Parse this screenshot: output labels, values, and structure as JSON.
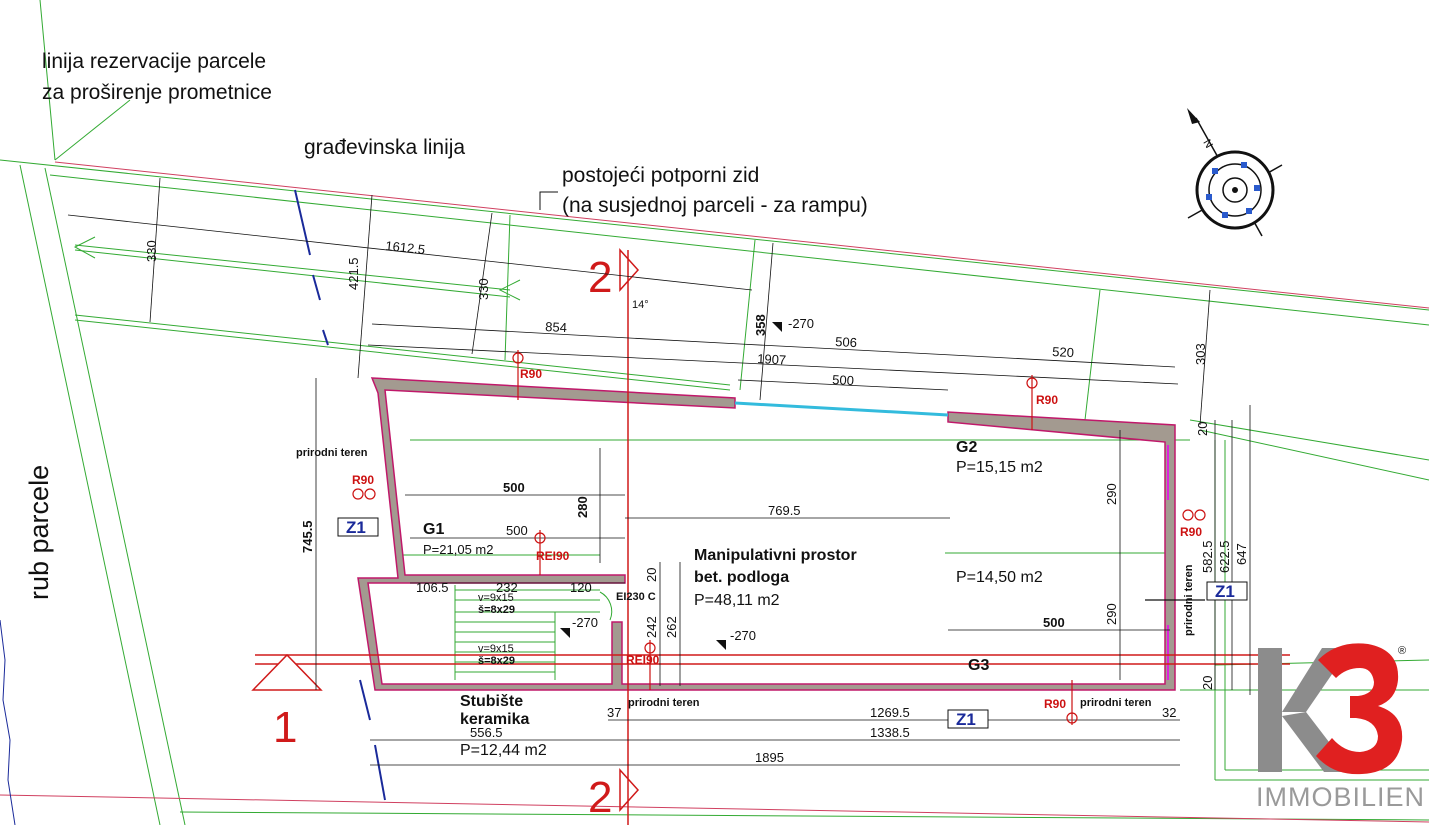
{
  "notes": {
    "reservation_line_1": "linija rezervacije parcele",
    "reservation_line_2": "za proširenje prometnice",
    "building_line": "građevinska linija",
    "retaining_wall_1": "postojeći potporni zid",
    "retaining_wall_2": "(na susjednoj parceli - za rampu)",
    "parcel_edge": "rub parcele",
    "natural_terrain": "prirodni teren",
    "angle": "14°"
  },
  "rooms": {
    "g1": {
      "label": "G1",
      "area": "P=21,05 m2"
    },
    "g2": {
      "label": "G2",
      "area": "P=15,15 m2"
    },
    "g3": {
      "label": "G3",
      "area": "P=14,50 m2"
    },
    "manip": {
      "label_1": "Manipulativni prostor",
      "label_2": "bet. podloga",
      "area": "P=48,11 m2"
    },
    "stair": {
      "label_1": "Stubište",
      "label_2": "keramika",
      "area": "P=12,44 m2"
    }
  },
  "stairs": {
    "spec_a_1": "v=9x15",
    "spec_a_2": "š=8x29",
    "spec_b_1": "v=9x15",
    "spec_b_2": "š=8x29"
  },
  "fire_ratings": {
    "r90": "R90",
    "rei90": "REI90",
    "ei230": "EI230 C"
  },
  "zones": {
    "z1": "Z1"
  },
  "levels": {
    "l270": "-270"
  },
  "sections": {
    "s1": "1",
    "s2": "2"
  },
  "dimensions": {
    "d330a": "330",
    "d1612": "1612.5",
    "d4215": "421.5",
    "d330b": "330",
    "d358": "358",
    "d854": "854",
    "d506": "506",
    "d1907": "1907",
    "d520": "520",
    "d303": "303",
    "d500a": "500",
    "d500b": "500",
    "d500c": "500",
    "d500d": "500",
    "d280": "280",
    "d7695": "769.5",
    "d290a": "290",
    "d290b": "290",
    "d7455": "745.5",
    "d1065": "106.5",
    "d232": "232",
    "d120": "120",
    "d20a": "20",
    "d242": "242",
    "d262": "262",
    "d37": "37",
    "d12695": "1269.5",
    "d32": "32",
    "d5565": "556.5",
    "d13385": "1338.5",
    "d1895": "1895",
    "d5825": "582.5",
    "d6225": "622.5",
    "d647": "647",
    "d20b": "20",
    "d20c": "20"
  },
  "compass": {
    "north": "N"
  },
  "logo": {
    "mark": "K3",
    "registered": "®",
    "company": "IMMOBILIEN"
  },
  "colors": {
    "boundary": "#33aa33",
    "wall": "#9a8f86",
    "wall_edge": "#c0186a",
    "section": "#d01a1a",
    "glass": "#33bbdd",
    "logo_grey": "#8c8c8c",
    "logo_red": "#e02020"
  }
}
